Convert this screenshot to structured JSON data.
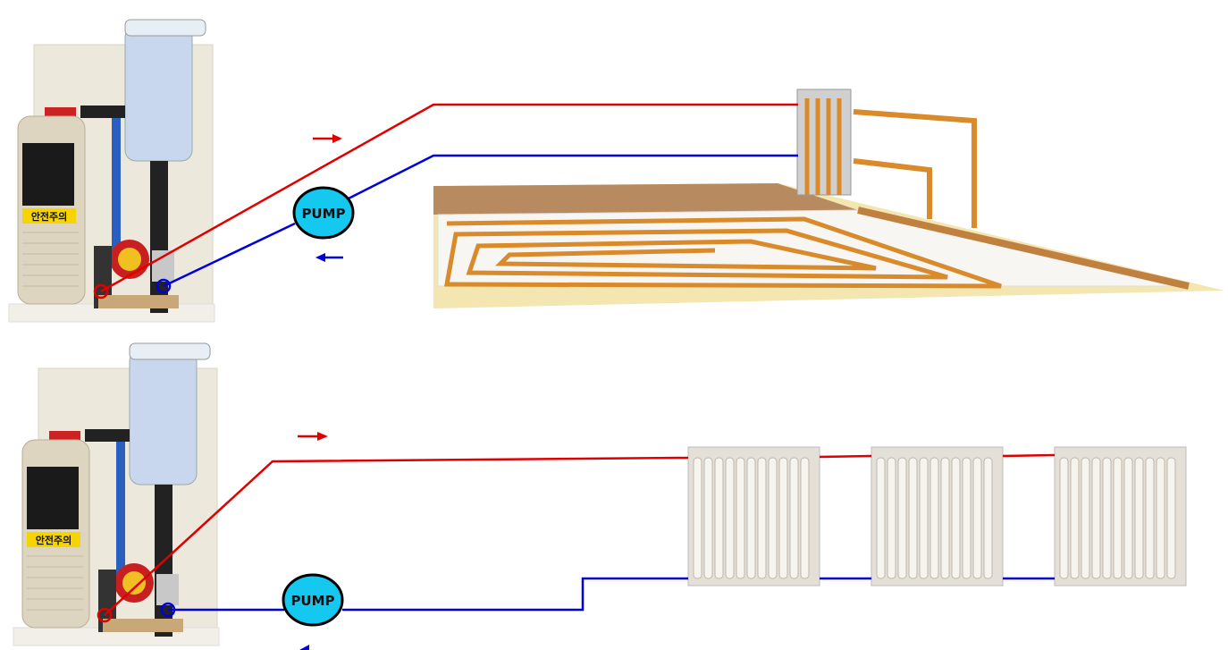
{
  "colors": {
    "supply": "#e00000",
    "return": "#0000dd",
    "pump_fill": "#14c8f0",
    "pipe": "#d98a2b"
  },
  "top_system": {
    "pump_label": "PUMP",
    "heat_emitter": "floor-heating-coil",
    "boiler_warning_label": "안전주의"
  },
  "bottom_system": {
    "pump_label": "PUMP",
    "heat_emitter": "radiators",
    "radiator_count": 3,
    "boiler_warning_label": "안전주의"
  }
}
